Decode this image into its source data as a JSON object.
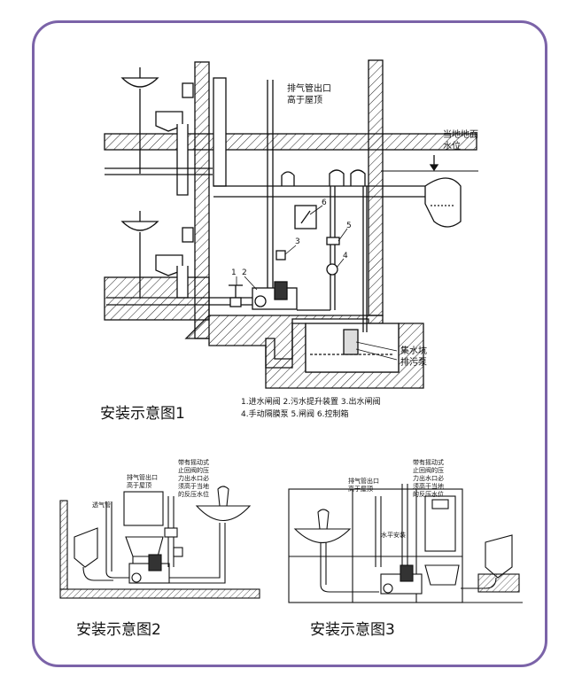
{
  "diagram1": {
    "caption": "安装示意图1",
    "vent_label_1": "排气管出口",
    "vent_label_2": "高于屋顶",
    "water_label_1": "当地地面",
    "water_label_2": "水位",
    "pit_label_1": "集水坑",
    "pit_label_2": "排污泵",
    "callouts": [
      "1",
      "2",
      "3",
      "4",
      "5",
      "6"
    ],
    "legend_line1": "1.进水闸阀  2.污水提升装置  3.出水闸阀",
    "legend_line2": "4.手动隔膜泵 5.闸阀   6.控制箱"
  },
  "diagram2": {
    "caption": "安装示意图2",
    "vent_label_1": "排气管出口",
    "vent_label_2": "高于屋顶",
    "air_pipe_label": "透气管",
    "check_valve_note": [
      "带有摇动式",
      "止回阀的压",
      "力出水口必",
      "须高于当地",
      "的反压水位"
    ]
  },
  "diagram3": {
    "caption": "安装示意图3",
    "vent_label_1": "排气管出口",
    "vent_label_2": "高于屋顶",
    "check_valve_note": [
      "带有摇动式",
      "止回阀的压",
      "力出水口必",
      "须高于当地",
      "的反压水位"
    ],
    "horizontal_label": "水平安装"
  },
  "colors": {
    "border": "#7b63a8",
    "line": "#111111"
  }
}
